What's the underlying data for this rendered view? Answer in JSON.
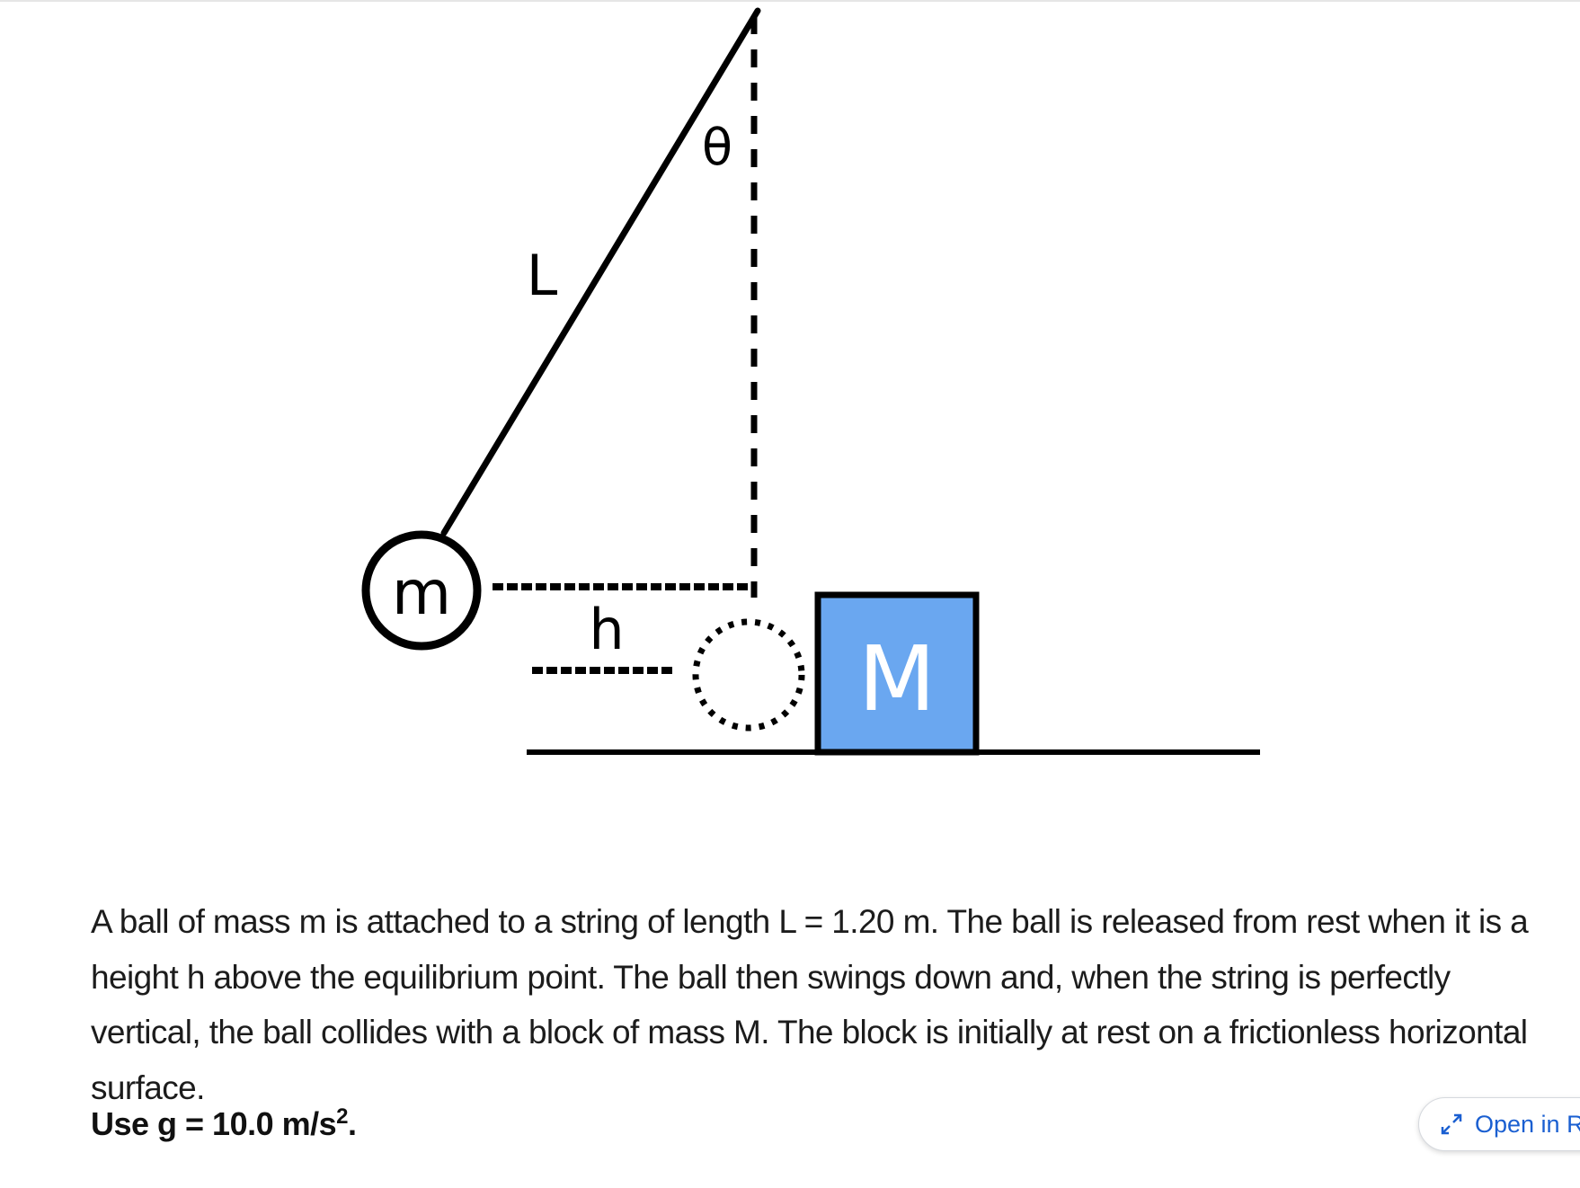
{
  "diagram": {
    "labels": {
      "theta": "θ",
      "length": "L",
      "ball_mass": "m",
      "height": "h",
      "block_mass": "M"
    },
    "colors": {
      "block_fill": "#6aa7f0",
      "line": "#000000"
    }
  },
  "problem": {
    "text": "A ball of mass m is attached to a string of length L = 1.20 m. The ball is released from rest when it is a height h above the equilibrium point. The ball then swings down and, when the string is perfectly vertical, the ball collides with a block of mass M. The block is initially at rest on a frictionless horizontal surface.",
    "gravity_prefix": "Use g = 10.0 m/s",
    "gravity_exponent": "2",
    "gravity_suffix": "."
  },
  "open_button": {
    "label": "Open in Re",
    "icon": "expand-arrows-icon"
  }
}
